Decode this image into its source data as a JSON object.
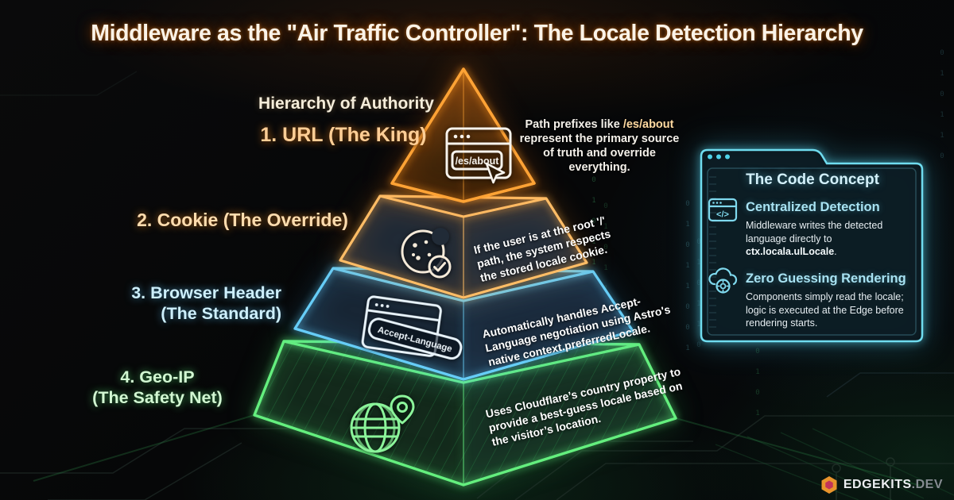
{
  "title": "Middleware as the \"Air Traffic Controller\": The Locale Detection Hierarchy",
  "hierarchy": {
    "heading": "Hierarchy of Authority",
    "levels": [
      {
        "label": "1. URL (The King)",
        "icon": "browser-url-icon",
        "icon_text": "/es/about",
        "annotation": {
          "prefix": "Path prefixes like ",
          "highlight": "/es/about",
          "suffix": " represent the primary source of truth and override everything."
        },
        "color": "#ffa335"
      },
      {
        "label": "2. Cookie (The Override)",
        "icon": "cookie-check-icon",
        "annotation": {
          "text": "If the user is at the root '/' path, the system respects the stored locale cookie."
        },
        "color": "#ffbd66"
      },
      {
        "label_line1": "3. Browser Header",
        "label_line2": "(The Standard)",
        "icon": "accept-language-header-icon",
        "icon_text": "Accept-Language",
        "annotation": {
          "prefix": "Automatically handles Accept-Language negotiation using Astro's native ",
          "bold": "context.preferredLocale."
        },
        "color": "#66cdf7"
      },
      {
        "label_line1": "4. Geo-IP",
        "label_line2": "(The Safety Net)",
        "icon": "globe-location-icon",
        "annotation": {
          "text": "Uses Cloudflare’s country property to provide a best-guess locale based on the visitor’s location."
        },
        "color": "#64ef7e"
      }
    ]
  },
  "code_panel": {
    "title": "The Code Concept",
    "items": [
      {
        "icon": "code-window-icon",
        "icon_glyph": "</>",
        "heading": "Centralized Detection",
        "body_prefix": "Middleware writes the detected language directly to ",
        "body_bold": "ctx.locala.ulLocale",
        "body_suffix": "."
      },
      {
        "icon": "cloud-edge-icon",
        "heading": "Zero Guessing Rendering",
        "body": "Components simply read the locale; logic is executed at the Edge before rendering starts."
      }
    ]
  },
  "footer": {
    "brand": "EDGEKITS",
    "domain_suffix": ".DEV"
  },
  "background": {
    "binary_pattern": "0 1 0 1 1 0 0 1 0 1 1 0 1 0 0 1 0 1"
  },
  "colors": {
    "accent_orange": "#ff9a2e",
    "accent_amber": "#ffbd66",
    "accent_blue": "#66cdf7",
    "accent_green": "#64ef7e",
    "accent_cyan": "#63d7ee",
    "logo_orange": "#e8942c",
    "logo_inner": "#c23459"
  }
}
